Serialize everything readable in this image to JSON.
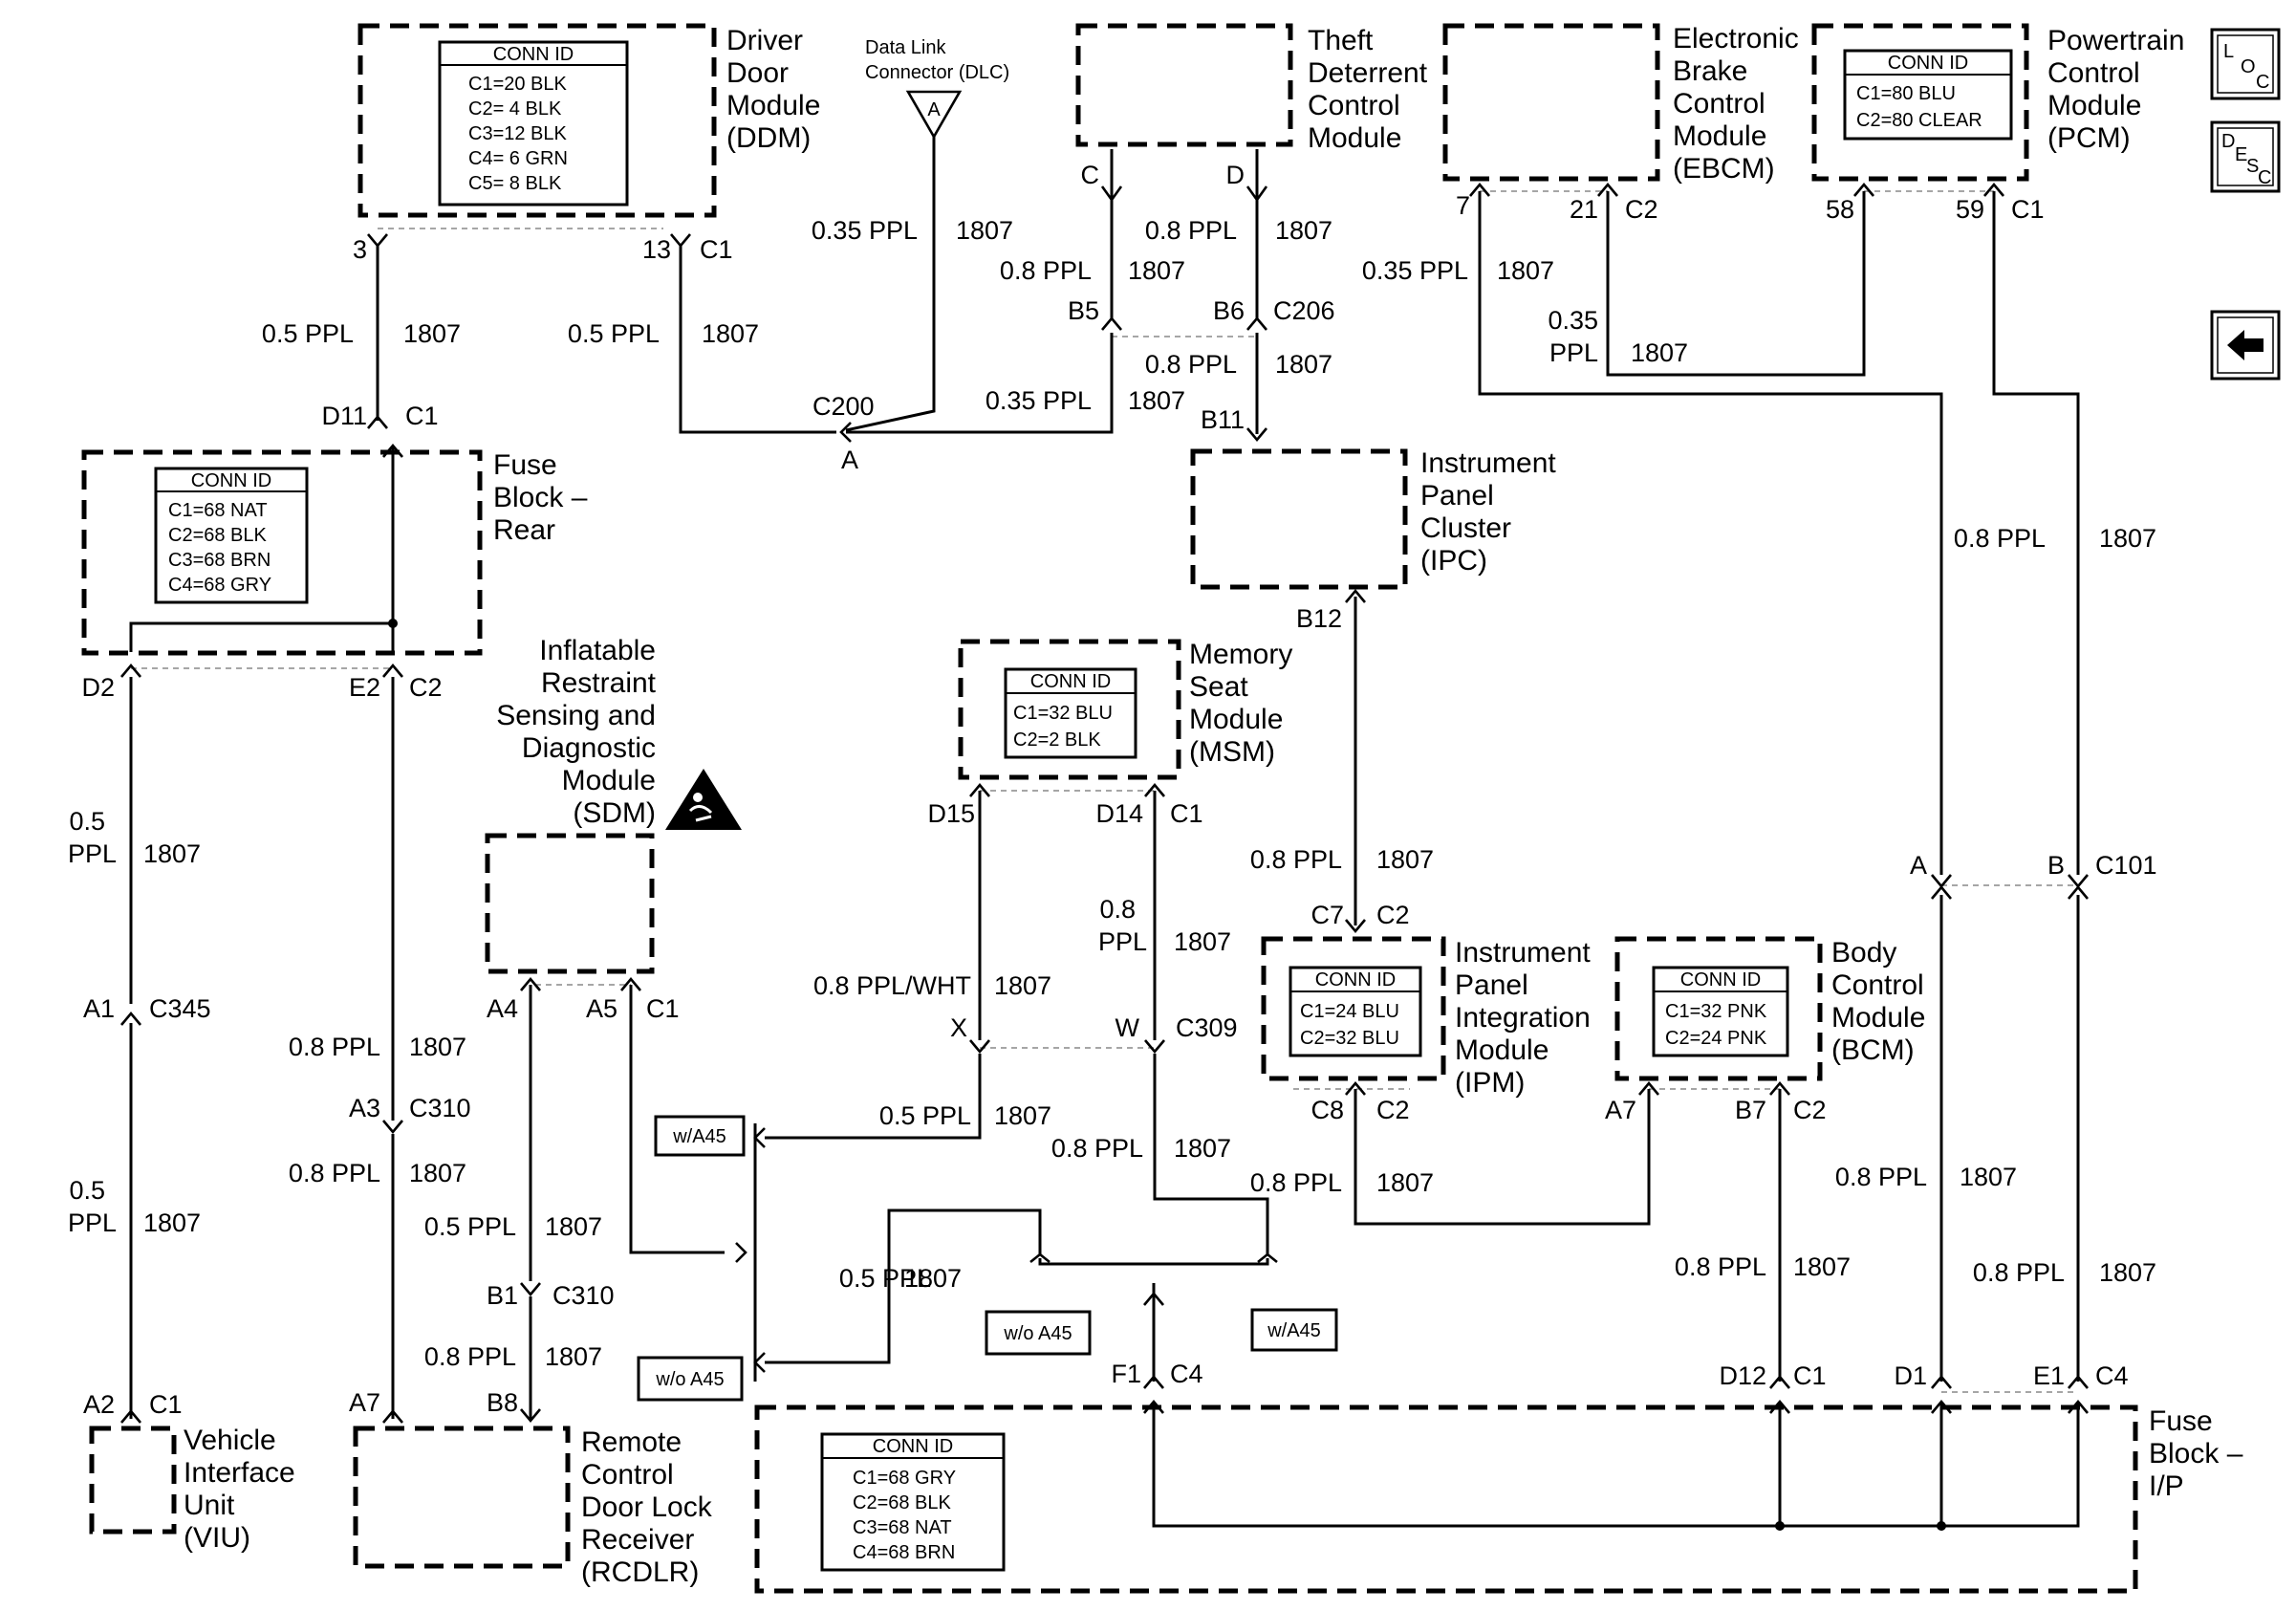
{
  "modules": {
    "ddm": {
      "l1": "Driver",
      "l2": "Door",
      "l3": "Module",
      "l4": "(DDM)"
    },
    "dlc": {
      "l1": "Data Link",
      "l2": "Connector (DLC)",
      "pin": "A"
    },
    "tdc": {
      "l1": "Theft",
      "l2": "Deterrent",
      "l3": "Control",
      "l4": "Module"
    },
    "ebcm": {
      "l1": "Electronic",
      "l2": "Brake",
      "l3": "Control",
      "l4": "Module",
      "l5": "(EBCM)"
    },
    "pcm": {
      "l1": "Powertrain",
      "l2": "Control",
      "l3": "Module",
      "l4": "(PCM)"
    },
    "fbr": {
      "l1": "Fuse",
      "l2": "Block –",
      "l3": "Rear"
    },
    "ipc": {
      "l1": "Instrument",
      "l2": "Panel",
      "l3": "Cluster",
      "l4": "(IPC)"
    },
    "sdm": {
      "l1": "Inflatable",
      "l2": "Restraint",
      "l3": "Sensing and",
      "l4": "Diagnostic",
      "l5": "Module",
      "l6": "(SDM)"
    },
    "msm": {
      "l1": "Memory",
      "l2": "Seat",
      "l3": "Module",
      "l4": "(MSM)"
    },
    "ipm": {
      "l1": "Instrument",
      "l2": "Panel",
      "l3": "Integration",
      "l4": "Module",
      "l5": "(IPM)"
    },
    "bcm": {
      "l1": "Body",
      "l2": "Control",
      "l3": "Module",
      "l4": "(BCM)"
    },
    "viu": {
      "l1": "Vehicle",
      "l2": "Interface",
      "l3": "Unit",
      "l4": "(VIU)"
    },
    "rcdlr": {
      "l1": "Remote",
      "l2": "Control",
      "l3": "Door Lock",
      "l4": "Receiver",
      "l5": "(RCDLR)"
    },
    "fbip": {
      "l1": "Fuse",
      "l2": "Block –",
      "l3": "I/P"
    }
  },
  "conn_id": {
    "ddm": {
      "title": "CONN ID",
      "rows": [
        "C1=20 BLK",
        "C2=  4 BLK",
        "C3=12 BLK",
        "C4=  6 GRN",
        "C5=  8 BLK"
      ]
    },
    "pcm": {
      "title": "CONN ID",
      "rows": [
        "C1=80 BLU",
        "C2=80 CLEAR"
      ]
    },
    "fbr": {
      "title": "CONN ID",
      "rows": [
        "C1=68 NAT",
        "C2=68 BLK",
        "C3=68 BRN",
        "C4=68 GRY"
      ]
    },
    "msm": {
      "title": "CONN ID",
      "rows": [
        "C1=32 BLU",
        "C2=2 BLK"
      ]
    },
    "ipm": {
      "title": "CONN ID",
      "rows": [
        "C1=24 BLU",
        "C2=32 BLU"
      ]
    },
    "bcm": {
      "title": "CONN ID",
      "rows": [
        "C1=32 PNK",
        "C2=24 PNK"
      ]
    },
    "fbip": {
      "title": "CONN ID",
      "rows": [
        "C1=68 GRY",
        "C2=68 BLK",
        "C3=68 NAT",
        "C4=68 BRN"
      ]
    }
  },
  "wire": {
    "size_035": "0.35 PPL",
    "size_05": "0.5 PPL",
    "size_08": "0.8 PPL",
    "size_08wht": "0.8 PPL/WHT",
    "circuit": "1807",
    "s035": "0.35",
    "s05": "0.5",
    "s08": "0.8",
    "ppl": "PPL"
  },
  "pins": {
    "p3": "3",
    "p13": "13",
    "c1": "C1",
    "c2": "C2",
    "c4": "C4",
    "C": "C",
    "D": "D",
    "b5": "B5",
    "b6": "B6",
    "c206": "C206",
    "b11": "B11",
    "b12": "B12",
    "p7": "7",
    "p21": "21",
    "p58": "58",
    "p59": "59",
    "d11": "D11",
    "c200": "C200",
    "A": "A",
    "B": "B",
    "d2": "D2",
    "e2": "E2",
    "a1": "A1",
    "c345": "C345",
    "a2": "A2",
    "a3": "A3",
    "c310": "C310",
    "a7": "A7",
    "a4": "A4",
    "a5": "A5",
    "b1": "B1",
    "b8": "B8",
    "d15": "D15",
    "d14": "D14",
    "X": "X",
    "W": "W",
    "c309": "C309",
    "c7": "C7",
    "c8": "C8",
    "b7": "B7",
    "c101": "C101",
    "d12": "D12",
    "d1": "D1",
    "e1": "E1",
    "f1": "F1"
  },
  "options": {
    "with": "w/A45",
    "without": "w/o A45"
  },
  "nav": {
    "loc_l": "L",
    "loc_o": "O",
    "loc_c": "C",
    "desc_d": "D",
    "desc_e": "E",
    "desc_s": "S",
    "desc_c": "C"
  },
  "icons": {
    "sdm_warning": "airbag-warning-icon",
    "back": "arrow-left-icon"
  }
}
